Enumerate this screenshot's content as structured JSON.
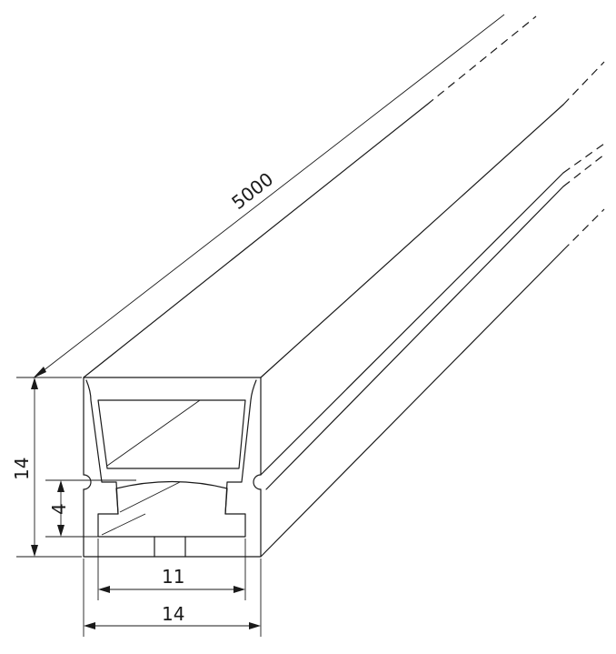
{
  "dimensions": {
    "length": "5000",
    "height": "14",
    "width_outer": "14",
    "width_inner": "11",
    "inner_height": "4"
  }
}
